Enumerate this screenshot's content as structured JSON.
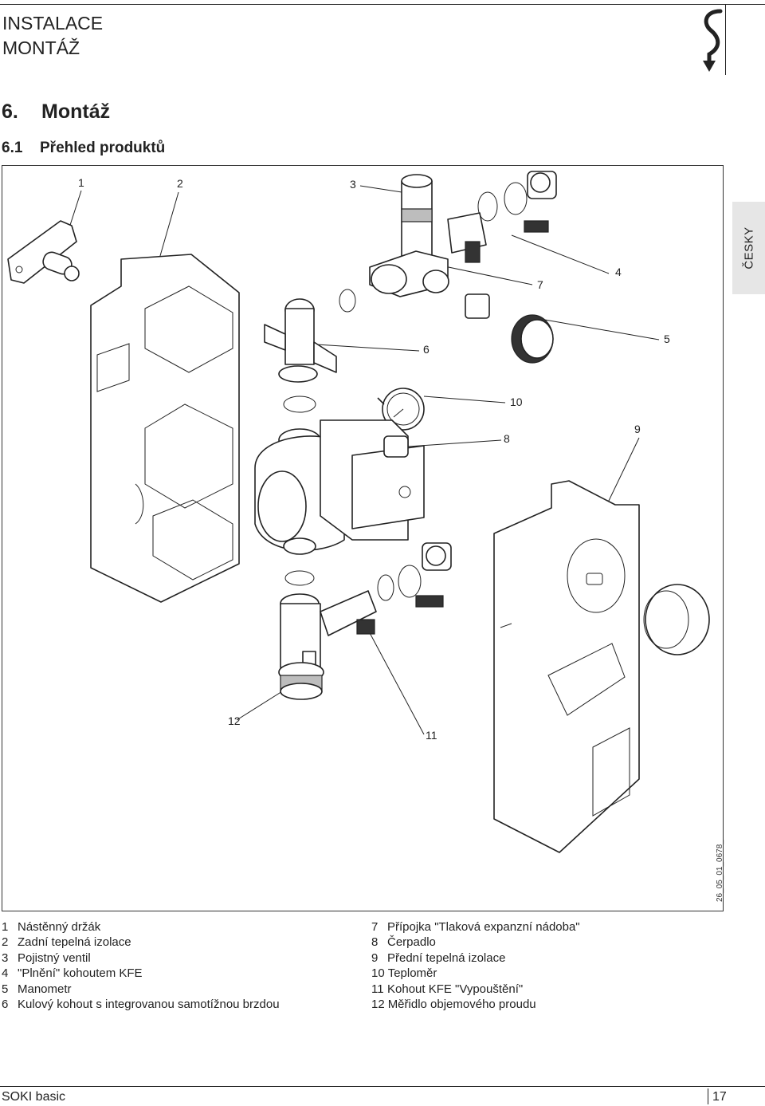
{
  "header": {
    "title_line1": "INSTALACE",
    "title_line2": "MONTÁŽ",
    "language_tab": "ČESKY"
  },
  "section": {
    "number": "6.",
    "title": "Montáž"
  },
  "subsection": {
    "number": "6.1",
    "title": "Přehled produktů"
  },
  "figure": {
    "image_code": "26_05_01_0678_",
    "callouts": [
      "1",
      "2",
      "3",
      "4",
      "5",
      "6",
      "7",
      "8",
      "9",
      "10",
      "11",
      "12"
    ]
  },
  "legend_left": [
    {
      "num": "1",
      "label": "Nástěnný držák"
    },
    {
      "num": "2",
      "label": "Zadní tepelná izolace"
    },
    {
      "num": "3",
      "label": "Pojistný ventil"
    },
    {
      "num": "4",
      "label": "\"Plnění\" kohoutem KFE"
    },
    {
      "num": "5",
      "label": "Manometr"
    },
    {
      "num": "6",
      "label": "Kulový kohout s integrovanou samotížnou brzdou"
    }
  ],
  "legend_right": [
    {
      "num": "7",
      "label": "Přípojka \"Tlaková expanzní nádoba\""
    },
    {
      "num": "8",
      "label": "Čerpadlo"
    },
    {
      "num": "9",
      "label": "Přední tepelná izolace"
    },
    {
      "num": "10",
      "label": "Teploměr"
    },
    {
      "num": "11",
      "label": "Kohout KFE \"Vypouštění\""
    },
    {
      "num": "12",
      "label": "Měřidlo objemového proudu"
    }
  ],
  "footer": {
    "product": "SOKI basic",
    "page": "17"
  },
  "colors": {
    "ink": "#1a1a1a",
    "tab_background": "#e6e6e6"
  }
}
